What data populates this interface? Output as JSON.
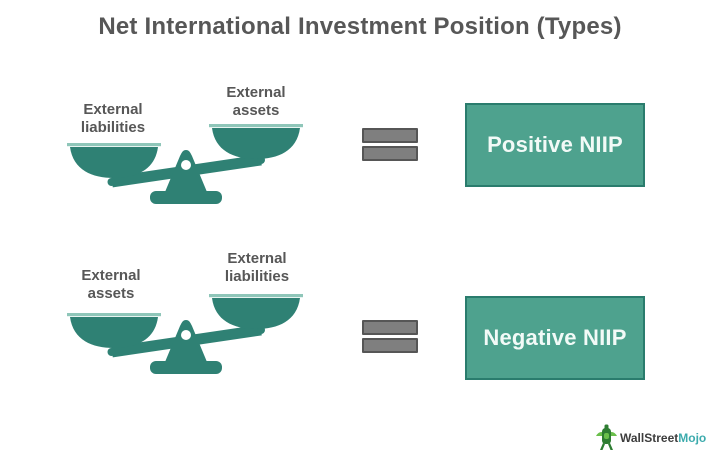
{
  "title": "Net International Investment Position (Types)",
  "rows": [
    {
      "left_label": {
        "line1": "External",
        "line2": "liabilities"
      },
      "right_label": {
        "line1": "External",
        "line2": "assets"
      },
      "result": "Positive NIIP"
    },
    {
      "left_label": {
        "line1": "External",
        "line2": "assets"
      },
      "right_label": {
        "line1": "External",
        "line2": "liabilities"
      },
      "result": "Negative NIIP"
    }
  ],
  "logo": {
    "brand": "WallStreet",
    "suffix": "Mojo"
  },
  "colors": {
    "accent-fill": "#4ea28e",
    "accent-border": "#2a7c6d",
    "scale-teal": "#2f8174",
    "scale-rim": "#8fc6b9",
    "text-gray": "#575757",
    "equals-fill": "#7f7f7f",
    "equals-border": "#565656",
    "result-text": "#f2faf7",
    "logo-dark": "#3d3d3d",
    "logo-accent": "#3cabad"
  }
}
